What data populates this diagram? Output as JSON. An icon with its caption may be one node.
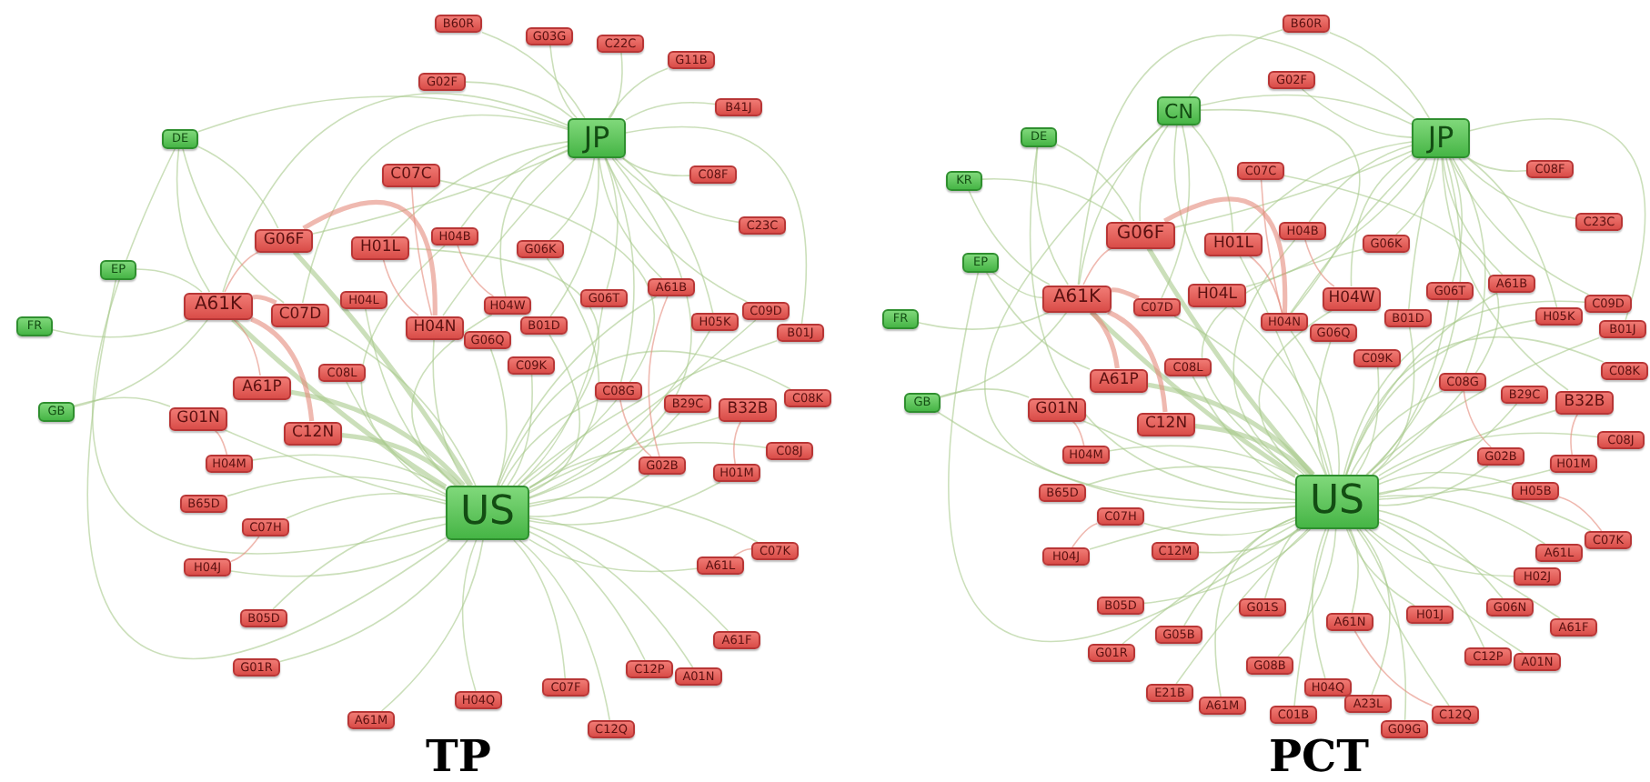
{
  "diagram": {
    "nodes": [
      {
        "text": [
          "B60R"
        ]
      },
      {
        "text": [
          "G03G"
        ]
      },
      {
        "text": [
          "C22C"
        ]
      },
      {
        "text": [
          "G11B"
        ]
      },
      {
        "text": [
          "G02F"
        ]
      },
      {
        "text": [
          "B41J"
        ]
      },
      {
        "text": [
          "DE"
        ]
      },
      {
        "text": [
          "JP"
        ]
      },
      {
        "text": [
          "C07C"
        ]
      },
      {
        "text": [
          "C08F"
        ]
      },
      {
        "text": [
          "C23C"
        ]
      },
      {
        "text": [
          "G06F"
        ]
      },
      {
        "text": [
          "H01L"
        ]
      },
      {
        "text": [
          "H04B"
        ]
      },
      {
        "text": [
          "G06K"
        ]
      },
      {
        "text": [
          "EP"
        ]
      },
      {
        "text": [
          "A61K"
        ]
      },
      {
        "text": [
          "C07D"
        ]
      },
      {
        "text": [
          "H04L"
        ]
      },
      {
        "text": [
          "H04W"
        ]
      },
      {
        "text": [
          "G06T"
        ]
      },
      {
        "text": [
          "A61B"
        ]
      },
      {
        "text": [
          "H05K"
        ]
      },
      {
        "text": [
          "C09D"
        ]
      },
      {
        "text": [
          "B01J"
        ]
      },
      {
        "text": [
          "FR"
        ]
      },
      {
        "text": [
          "H04N"
        ]
      },
      {
        "text": [
          "G06Q"
        ]
      },
      {
        "text": [
          "B01D"
        ]
      },
      {
        "text": [
          "C09K"
        ]
      },
      {
        "text": [
          "C08L"
        ]
      },
      {
        "text": [
          "A61P"
        ]
      },
      {
        "text": [
          "C08G"
        ]
      },
      {
        "text": [
          "B29C"
        ]
      },
      {
        "text": [
          "B32B"
        ]
      },
      {
        "text": [
          "C08K"
        ]
      },
      {
        "text": [
          "GB"
        ]
      },
      {
        "text": [
          "G01N"
        ]
      },
      {
        "text": [
          "C12N"
        ]
      },
      {
        "text": [
          "C08J"
        ]
      },
      {
        "text": [
          "G02B"
        ]
      },
      {
        "text": [
          "H01M"
        ]
      },
      {
        "text": [
          "H04M"
        ]
      },
      {
        "text": [
          "US"
        ]
      },
      {
        "text": [
          "B65D"
        ]
      },
      {
        "text": [
          "C07H"
        ]
      },
      {
        "text": [
          "C07K"
        ]
      },
      {
        "text": [
          "A61L"
        ]
      },
      {
        "text": [
          "H04J"
        ]
      },
      {
        "text": [
          "B05D"
        ]
      },
      {
        "text": [
          "A61F"
        ]
      },
      {
        "text": [
          "G01R"
        ]
      },
      {
        "text": [
          "C12P"
        ]
      },
      {
        "text": [
          "A01N"
        ]
      },
      {
        "text": [
          "C07F"
        ]
      },
      {
        "text": [
          "H04Q"
        ]
      },
      {
        "text": [
          "A61M"
        ]
      },
      {
        "text": [
          "C12Q"
        ]
      },
      {
        "text": [
          "B60R"
        ]
      },
      {
        "text": [
          "G02F"
        ]
      },
      {
        "text": [
          "CN"
        ]
      },
      {
        "text": [
          "DE"
        ]
      },
      {
        "text": [
          "JP"
        ]
      },
      {
        "text": [
          "KR"
        ]
      },
      {
        "text": [
          "C07C"
        ]
      },
      {
        "text": [
          "C08F"
        ]
      },
      {
        "text": [
          "C23C"
        ]
      },
      {
        "text": [
          "G06F"
        ]
      },
      {
        "text": [
          "H01L"
        ]
      },
      {
        "text": [
          "H04B"
        ]
      },
      {
        "text": [
          "G06K"
        ]
      },
      {
        "text": [
          "EP"
        ]
      },
      {
        "text": [
          "A61K"
        ]
      },
      {
        "text": [
          "C07D"
        ]
      },
      {
        "text": [
          "H04L"
        ]
      },
      {
        "text": [
          "H04W"
        ]
      },
      {
        "text": [
          "G06T"
        ]
      },
      {
        "text": [
          "A61B"
        ]
      },
      {
        "text": [
          "FR"
        ]
      },
      {
        "text": [
          "H04N"
        ]
      },
      {
        "text": [
          "G06Q"
        ]
      },
      {
        "text": [
          "B01D"
        ]
      },
      {
        "text": [
          "H05K"
        ]
      },
      {
        "text": [
          "C09D"
        ]
      },
      {
        "text": [
          "B01J"
        ]
      },
      {
        "text": [
          "C09K"
        ]
      },
      {
        "text": [
          "C08L"
        ]
      },
      {
        "text": [
          "A61P"
        ]
      },
      {
        "text": [
          "C08G"
        ]
      },
      {
        "text": [
          "B29C"
        ]
      },
      {
        "text": [
          "B32B"
        ]
      },
      {
        "text": [
          "C08K"
        ]
      },
      {
        "text": [
          "GB"
        ]
      },
      {
        "text": [
          "G01N"
        ]
      },
      {
        "text": [
          "C12N"
        ]
      },
      {
        "text": [
          "C08J"
        ]
      },
      {
        "text": [
          "G02B"
        ]
      },
      {
        "text": [
          "H01M"
        ]
      },
      {
        "text": [
          "H04M"
        ]
      },
      {
        "text": [
          "H05B"
        ]
      },
      {
        "text": [
          "US"
        ]
      },
      {
        "text": [
          "B65D"
        ]
      },
      {
        "text": [
          "C07H"
        ]
      },
      {
        "text": [
          "C07K"
        ]
      },
      {
        "text": [
          "A61L"
        ]
      },
      {
        "text": [
          "H04J"
        ]
      },
      {
        "text": [
          "C12M"
        ]
      },
      {
        "text": [
          "H02J"
        ]
      },
      {
        "text": [
          "B05D"
        ]
      },
      {
        "text": [
          "G01S"
        ]
      },
      {
        "text": [
          "A61N"
        ]
      },
      {
        "text": [
          "H01J"
        ]
      },
      {
        "text": [
          "G06N"
        ]
      },
      {
        "text": [
          "A61F"
        ]
      },
      {
        "text": [
          "G05B"
        ]
      },
      {
        "text": [
          "G01R"
        ]
      },
      {
        "text": [
          "G08B"
        ]
      },
      {
        "text": [
          "C12P"
        ]
      },
      {
        "text": [
          "A01N"
        ]
      },
      {
        "text": [
          "H04Q"
        ]
      },
      {
        "text": [
          "E21B"
        ]
      },
      {
        "text": [
          "A61M"
        ]
      },
      {
        "text": [
          "A23L"
        ]
      },
      {
        "text": [
          "C01B"
        ]
      },
      {
        "text": [
          "C12Q"
        ]
      },
      {
        "text": [
          "G09G"
        ]
      }
    ],
    "edges": [
      {
        "from": 43,
        "to": 8,
        "arrow": "none"
      },
      {
        "from": 43,
        "to": 11,
        "arrow": "none",
        "style": "thick"
      },
      {
        "from": 43,
        "to": 12,
        "arrow": "none"
      },
      {
        "from": 43,
        "to": 13,
        "arrow": "none"
      },
      {
        "from": 43,
        "to": 14,
        "arrow": "none"
      },
      {
        "from": 43,
        "to": 16,
        "arrow": "none",
        "style": "thick"
      },
      {
        "from": 43,
        "to": 17,
        "arrow": "none"
      },
      {
        "from": 43,
        "to": 18,
        "arrow": "none"
      },
      {
        "from": 43,
        "to": 19,
        "arrow": "none"
      },
      {
        "from": 43,
        "to": 20,
        "arrow": "none"
      },
      {
        "from": 43,
        "to": 21,
        "arrow": "none"
      },
      {
        "from": 43,
        "to": 22,
        "arrow": "none"
      },
      {
        "from": 43,
        "to": 23,
        "arrow": "none"
      },
      {
        "from": 43,
        "to": 24,
        "arrow": "none"
      },
      {
        "from": 43,
        "to": 26,
        "arrow": "none"
      },
      {
        "from": 43,
        "to": 27,
        "arrow": "none"
      },
      {
        "from": 43,
        "to": 28,
        "arrow": "none"
      },
      {
        "from": 43,
        "to": 29,
        "arrow": "none"
      },
      {
        "from": 43,
        "to": 30,
        "arrow": "none"
      },
      {
        "from": 43,
        "to": 31,
        "arrow": "none",
        "style": "thick"
      },
      {
        "from": 43,
        "to": 32,
        "arrow": "none"
      },
      {
        "from": 43,
        "to": 33,
        "arrow": "none"
      },
      {
        "from": 43,
        "to": 34,
        "arrow": "none"
      },
      {
        "from": 43,
        "to": 35,
        "arrow": "none"
      },
      {
        "from": 43,
        "to": 37,
        "arrow": "none"
      },
      {
        "from": 43,
        "to": 38,
        "arrow": "none",
        "style": "thick"
      },
      {
        "from": 43,
        "to": 39,
        "arrow": "none"
      },
      {
        "from": 43,
        "to": 40,
        "arrow": "none"
      },
      {
        "from": 43,
        "to": 41,
        "arrow": "none"
      },
      {
        "from": 43,
        "to": 42,
        "arrow": "none"
      },
      {
        "from": 43,
        "to": 44,
        "arrow": "none"
      },
      {
        "from": 43,
        "to": 45,
        "arrow": "none"
      },
      {
        "from": 43,
        "to": 46,
        "arrow": "none"
      },
      {
        "from": 43,
        "to": 47,
        "arrow": "none"
      },
      {
        "from": 43,
        "to": 48,
        "arrow": "none"
      },
      {
        "from": 43,
        "to": 49,
        "arrow": "none"
      },
      {
        "from": 43,
        "to": 50,
        "arrow": "none"
      },
      {
        "from": 43,
        "to": 51,
        "arrow": "none"
      },
      {
        "from": 43,
        "to": 52,
        "arrow": "none"
      },
      {
        "from": 43,
        "to": 53,
        "arrow": "none"
      },
      {
        "from": 43,
        "to": 54,
        "arrow": "none"
      },
      {
        "from": 43,
        "to": 55,
        "arrow": "none"
      },
      {
        "from": 43,
        "to": 56,
        "arrow": "none"
      },
      {
        "from": 43,
        "to": 57,
        "arrow": "none"
      },
      {
        "from": 43,
        "to": 6,
        "arrow": "none"
      },
      {
        "from": 43,
        "to": 15,
        "arrow": "none"
      },
      {
        "from": 43,
        "to": 7,
        "arrow": "none"
      },
      {
        "from": 7,
        "to": 0,
        "arrow": "none"
      },
      {
        "from": 7,
        "to": 1,
        "arrow": "none"
      },
      {
        "from": 7,
        "to": 2,
        "arrow": "none"
      },
      {
        "from": 7,
        "to": 3,
        "arrow": "none"
      },
      {
        "from": 7,
        "to": 4,
        "arrow": "none"
      },
      {
        "from": 7,
        "to": 5,
        "arrow": "none"
      },
      {
        "from": 7,
        "to": 9,
        "arrow": "none"
      },
      {
        "from": 7,
        "to": 10,
        "arrow": "none"
      },
      {
        "from": 7,
        "to": 11,
        "arrow": "none"
      },
      {
        "from": 7,
        "to": 12,
        "arrow": "none"
      },
      {
        "from": 7,
        "to": 13,
        "arrow": "none"
      },
      {
        "from": 7,
        "to": 14,
        "arrow": "none"
      },
      {
        "from": 7,
        "to": 16,
        "arrow": "none"
      },
      {
        "from": 7,
        "to": 17,
        "arrow": "none"
      },
      {
        "from": 7,
        "to": 19,
        "arrow": "none"
      },
      {
        "from": 7,
        "to": 20,
        "arrow": "none"
      },
      {
        "from": 7,
        "to": 21,
        "arrow": "none"
      },
      {
        "from": 7,
        "to": 22,
        "arrow": "none"
      },
      {
        "from": 7,
        "to": 23,
        "arrow": "none"
      },
      {
        "from": 7,
        "to": 24,
        "arrow": "none"
      },
      {
        "from": 7,
        "to": 26,
        "arrow": "none"
      },
      {
        "from": 7,
        "to": 28,
        "arrow": "none"
      },
      {
        "from": 7,
        "to": 32,
        "arrow": "none"
      },
      {
        "from": 7,
        "to": 6,
        "arrow": "none"
      },
      {
        "from": 6,
        "to": 16,
        "arrow": "none"
      },
      {
        "from": 6,
        "to": 11,
        "arrow": "none"
      },
      {
        "from": 6,
        "to": 17,
        "arrow": "none"
      },
      {
        "from": 15,
        "to": 16,
        "arrow": "none"
      },
      {
        "from": 25,
        "to": 16,
        "arrow": "none"
      },
      {
        "from": 36,
        "to": 37,
        "arrow": "none"
      },
      {
        "from": 36,
        "to": 16,
        "arrow": "none"
      },
      {
        "from": 16,
        "to": 17,
        "arrow": "none",
        "style": "thick",
        "color": "#e58a7c"
      },
      {
        "from": 16,
        "to": 38,
        "arrow": "none",
        "style": "thick",
        "color": "#e58a7c"
      },
      {
        "from": 16,
        "to": 31,
        "arrow": "none",
        "color": "#e58a7c"
      },
      {
        "from": 11,
        "to": 16,
        "arrow": "none",
        "color": "#e58a7c"
      },
      {
        "from": 11,
        "to": 26,
        "arrow": "none",
        "style": "thick",
        "color": "#e58a7c"
      },
      {
        "from": 12,
        "to": 26,
        "arrow": "none",
        "color": "#e58a7c"
      },
      {
        "from": 8,
        "to": 26,
        "arrow": "none",
        "color": "#e58a7c"
      },
      {
        "from": 13,
        "to": 19,
        "arrow": "none",
        "color": "#e58a7c"
      },
      {
        "from": 40,
        "to": 32,
        "arrow": "none",
        "color": "#e58a7c"
      },
      {
        "from": 34,
        "to": 41,
        "arrow": "none",
        "color": "#e58a7c"
      },
      {
        "from": 45,
        "to": 48,
        "arrow": "none",
        "color": "#e58a7c"
      },
      {
        "from": 46,
        "to": 47,
        "arrow": "none",
        "color": "#e58a7c"
      },
      {
        "from": 37,
        "to": 42,
        "arrow": "none",
        "color": "#e58a7c"
      },
      {
        "from": 21,
        "to": 40,
        "arrow": "none",
        "color": "#e58a7c"
      },
      {
        "from": 100,
        "to": 64,
        "arrow": "none"
      },
      {
        "from": 100,
        "to": 67,
        "arrow": "none",
        "style": "thick"
      },
      {
        "from": 100,
        "to": 68,
        "arrow": "none"
      },
      {
        "from": 100,
        "to": 69,
        "arrow": "none"
      },
      {
        "from": 100,
        "to": 70,
        "arrow": "none"
      },
      {
        "from": 100,
        "to": 72,
        "arrow": "none",
        "style": "thick"
      },
      {
        "from": 100,
        "to": 73,
        "arrow": "none"
      },
      {
        "from": 100,
        "to": 74,
        "arrow": "none"
      },
      {
        "from": 100,
        "to": 75,
        "arrow": "none"
      },
      {
        "from": 100,
        "to": 76,
        "arrow": "none"
      },
      {
        "from": 100,
        "to": 77,
        "arrow": "none"
      },
      {
        "from": 100,
        "to": 79,
        "arrow": "none"
      },
      {
        "from": 100,
        "to": 80,
        "arrow": "none"
      },
      {
        "from": 100,
        "to": 81,
        "arrow": "none"
      },
      {
        "from": 100,
        "to": 82,
        "arrow": "none"
      },
      {
        "from": 100,
        "to": 83,
        "arrow": "none"
      },
      {
        "from": 100,
        "to": 84,
        "arrow": "none"
      },
      {
        "from": 100,
        "to": 85,
        "arrow": "none"
      },
      {
        "from": 100,
        "to": 86,
        "arrow": "none"
      },
      {
        "from": 100,
        "to": 87,
        "arrow": "none",
        "style": "thick"
      },
      {
        "from": 100,
        "to": 88,
        "arrow": "none"
      },
      {
        "from": 100,
        "to": 89,
        "arrow": "none"
      },
      {
        "from": 100,
        "to": 90,
        "arrow": "none"
      },
      {
        "from": 100,
        "to": 91,
        "arrow": "none"
      },
      {
        "from": 100,
        "to": 93,
        "arrow": "none"
      },
      {
        "from": 100,
        "to": 94,
        "arrow": "none",
        "style": "thick"
      },
      {
        "from": 100,
        "to": 95,
        "arrow": "none"
      },
      {
        "from": 100,
        "to": 96,
        "arrow": "none"
      },
      {
        "from": 100,
        "to": 97,
        "arrow": "none"
      },
      {
        "from": 100,
        "to": 98,
        "arrow": "none"
      },
      {
        "from": 100,
        "to": 99,
        "arrow": "none"
      },
      {
        "from": 100,
        "to": 101,
        "arrow": "none"
      },
      {
        "from": 100,
        "to": 102,
        "arrow": "none"
      },
      {
        "from": 100,
        "to": 103,
        "arrow": "none"
      },
      {
        "from": 100,
        "to": 104,
        "arrow": "none"
      },
      {
        "from": 100,
        "to": 105,
        "arrow": "none"
      },
      {
        "from": 100,
        "to": 106,
        "arrow": "none"
      },
      {
        "from": 100,
        "to": 107,
        "arrow": "none"
      },
      {
        "from": 100,
        "to": 108,
        "arrow": "none"
      },
      {
        "from": 100,
        "to": 109,
        "arrow": "none"
      },
      {
        "from": 100,
        "to": 110,
        "arrow": "none"
      },
      {
        "from": 100,
        "to": 111,
        "arrow": "none"
      },
      {
        "from": 100,
        "to": 112,
        "arrow": "none"
      },
      {
        "from": 100,
        "to": 113,
        "arrow": "none"
      },
      {
        "from": 100,
        "to": 114,
        "arrow": "none"
      },
      {
        "from": 100,
        "to": 115,
        "arrow": "none"
      },
      {
        "from": 100,
        "to": 116,
        "arrow": "none"
      },
      {
        "from": 100,
        "to": 117,
        "arrow": "none"
      },
      {
        "from": 100,
        "to": 118,
        "arrow": "none"
      },
      {
        "from": 100,
        "to": 119,
        "arrow": "none"
      },
      {
        "from": 100,
        "to": 120,
        "arrow": "none"
      },
      {
        "from": 100,
        "to": 121,
        "arrow": "none"
      },
      {
        "from": 100,
        "to": 122,
        "arrow": "none"
      },
      {
        "from": 100,
        "to": 123,
        "arrow": "none"
      },
      {
        "from": 100,
        "to": 124,
        "arrow": "none"
      },
      {
        "from": 100,
        "to": 125,
        "arrow": "none"
      },
      {
        "from": 100,
        "to": 60,
        "arrow": "none"
      },
      {
        "from": 100,
        "to": 61,
        "arrow": "none"
      },
      {
        "from": 100,
        "to": 62,
        "arrow": "none"
      },
      {
        "from": 100,
        "to": 71,
        "arrow": "none"
      },
      {
        "from": 100,
        "to": 92,
        "arrow": "none"
      },
      {
        "from": 62,
        "to": 58,
        "arrow": "none"
      },
      {
        "from": 62,
        "to": 59,
        "arrow": "none"
      },
      {
        "from": 62,
        "to": 65,
        "arrow": "none"
      },
      {
        "from": 62,
        "to": 66,
        "arrow": "none"
      },
      {
        "from": 62,
        "to": 67,
        "arrow": "none"
      },
      {
        "from": 62,
        "to": 68,
        "arrow": "none"
      },
      {
        "from": 62,
        "to": 69,
        "arrow": "none"
      },
      {
        "from": 62,
        "to": 70,
        "arrow": "none"
      },
      {
        "from": 62,
        "to": 72,
        "arrow": "none"
      },
      {
        "from": 62,
        "to": 74,
        "arrow": "none"
      },
      {
        "from": 62,
        "to": 75,
        "arrow": "none"
      },
      {
        "from": 62,
        "to": 76,
        "arrow": "none"
      },
      {
        "from": 62,
        "to": 77,
        "arrow": "none"
      },
      {
        "from": 62,
        "to": 79,
        "arrow": "none"
      },
      {
        "from": 62,
        "to": 81,
        "arrow": "none"
      },
      {
        "from": 62,
        "to": 82,
        "arrow": "none"
      },
      {
        "from": 62,
        "to": 83,
        "arrow": "none"
      },
      {
        "from": 62,
        "to": 84,
        "arrow": "none"
      },
      {
        "from": 62,
        "to": 88,
        "arrow": "none"
      },
      {
        "from": 62,
        "to": 90,
        "arrow": "none"
      },
      {
        "from": 62,
        "to": 60,
        "arrow": "none"
      },
      {
        "from": 60,
        "to": 58,
        "arrow": "none"
      },
      {
        "from": 60,
        "to": 67,
        "arrow": "none"
      },
      {
        "from": 60,
        "to": 68,
        "arrow": "none"
      },
      {
        "from": 60,
        "to": 72,
        "arrow": "none"
      },
      {
        "from": 60,
        "to": 73,
        "arrow": "none"
      },
      {
        "from": 60,
        "to": 74,
        "arrow": "none"
      },
      {
        "from": 60,
        "to": 79,
        "arrow": "none"
      },
      {
        "from": 61,
        "to": 72,
        "arrow": "none"
      },
      {
        "from": 61,
        "to": 67,
        "arrow": "none"
      },
      {
        "from": 63,
        "to": 72,
        "arrow": "none"
      },
      {
        "from": 63,
        "to": 67,
        "arrow": "none"
      },
      {
        "from": 71,
        "to": 72,
        "arrow": "none"
      },
      {
        "from": 71,
        "to": 87,
        "arrow": "none"
      },
      {
        "from": 78,
        "to": 72,
        "arrow": "none"
      },
      {
        "from": 92,
        "to": 93,
        "arrow": "none"
      },
      {
        "from": 92,
        "to": 72,
        "arrow": "none"
      },
      {
        "from": 72,
        "to": 73,
        "arrow": "none",
        "style": "thick",
        "color": "#e58a7c"
      },
      {
        "from": 72,
        "to": 94,
        "arrow": "none",
        "style": "thick",
        "color": "#e58a7c"
      },
      {
        "from": 72,
        "to": 87,
        "arrow": "none",
        "style": "thick",
        "color": "#e58a7c"
      },
      {
        "from": 67,
        "to": 72,
        "arrow": "none",
        "color": "#e58a7c"
      },
      {
        "from": 67,
        "to": 79,
        "arrow": "none",
        "style": "thick",
        "color": "#e58a7c"
      },
      {
        "from": 68,
        "to": 79,
        "arrow": "none",
        "color": "#e58a7c"
      },
      {
        "from": 64,
        "to": 79,
        "arrow": "none",
        "color": "#e58a7c"
      },
      {
        "from": 69,
        "to": 75,
        "arrow": "none",
        "color": "#e58a7c"
      },
      {
        "from": 96,
        "to": 88,
        "arrow": "none",
        "color": "#e58a7c"
      },
      {
        "from": 90,
        "to": 97,
        "arrow": "none",
        "color": "#e58a7c"
      },
      {
        "from": 99,
        "to": 103,
        "arrow": "none",
        "color": "#e58a7c"
      },
      {
        "from": 102,
        "to": 105,
        "arrow": "none",
        "color": "#e58a7c"
      },
      {
        "from": 93,
        "to": 98,
        "arrow": "none",
        "color": "#e58a7c"
      },
      {
        "from": 110,
        "to": 124,
        "arrow": "none",
        "color": "#e58a7c"
      }
    ],
    "labels": [
      "TP",
      "PCT"
    ]
  }
}
